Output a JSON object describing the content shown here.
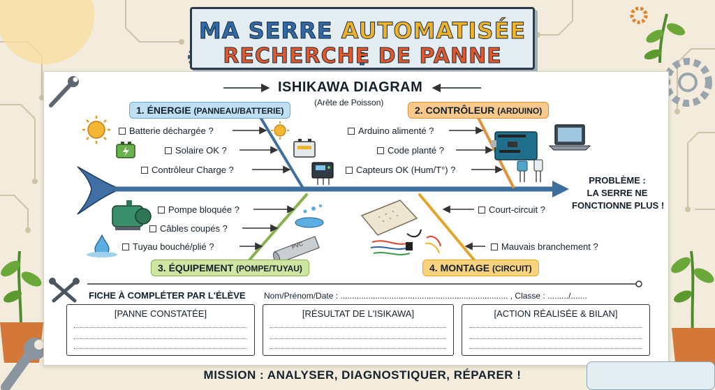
{
  "title": {
    "line1_part1": "MA SERRE ",
    "line1_accent": "AUTOMATISÉE",
    "line1_part2": " :",
    "line2": "RECHERCHE DE PANNE"
  },
  "diagram": {
    "title": "ISHIKAWA DIAGRAM",
    "subtitle": "(Arête de Poisson)",
    "problem": [
      "PROBLÈME :",
      "LA SERRE NE",
      "FONCTIONNE PLUS !"
    ],
    "categories": {
      "energie": {
        "label": "1. ÉNERGIE",
        "sub": "(PANNEAU/BATTERIE)",
        "color": "#6aa6cf",
        "causes": [
          "Batterie déchargée ?",
          "Solaire OK ?",
          "Contrôleur Charge ?"
        ]
      },
      "controleur": {
        "label": "2. CONTRÔLEUR",
        "sub": "(ARDUINO)",
        "color": "#e19137",
        "causes": [
          "Arduino alimenté ?",
          "Code planté ?",
          "Capteurs OK (Hum/T°) ?"
        ]
      },
      "equipement": {
        "label": "3. ÉQUIPEMENT",
        "sub": "(POMPE/TUYAU)",
        "color": "#86b14c",
        "causes": [
          "Pompe bloquée ?",
          "Câbles coupés ?",
          "Tuyau bouché/plié ?"
        ]
      },
      "montage": {
        "label": "4. MONTAGE",
        "sub": "(CIRCUIT)",
        "color": "#e2a52a",
        "causes": [
          "Court-circuit ?",
          "Mauvais branchement ?"
        ]
      }
    },
    "spine_color": "#3c6f9e",
    "pipe_label": "PVC"
  },
  "form": {
    "title": "FICHE À COMPLÉTER PAR L'ÉLÈVE",
    "name_field": "Nom/Prénom/Date : ........................................................................ , Classe : ........./.......",
    "boxes": [
      "[PANNE CONSTATÉE]",
      "[RÉSULTAT DE L'ISIKAWA]",
      "[ACTION RÉALISÉE & BILAN]"
    ]
  },
  "footer": {
    "mission": "MISSION : ANALYSER, DIAGNOSTIQUER, RÉPARER !"
  },
  "icons": [
    "sun-icon",
    "battery-icon",
    "solar-panel-icon",
    "charge-controller-icon",
    "arduino-board-icon",
    "laptop-icon",
    "sensor-icon",
    "water-pump-icon",
    "water-splash-icon",
    "water-drop-icon",
    "pvc-pipe-icon",
    "breadboard-icon",
    "jumper-wires-icon",
    "wrench-icon",
    "gear-icon",
    "plant-icon"
  ]
}
